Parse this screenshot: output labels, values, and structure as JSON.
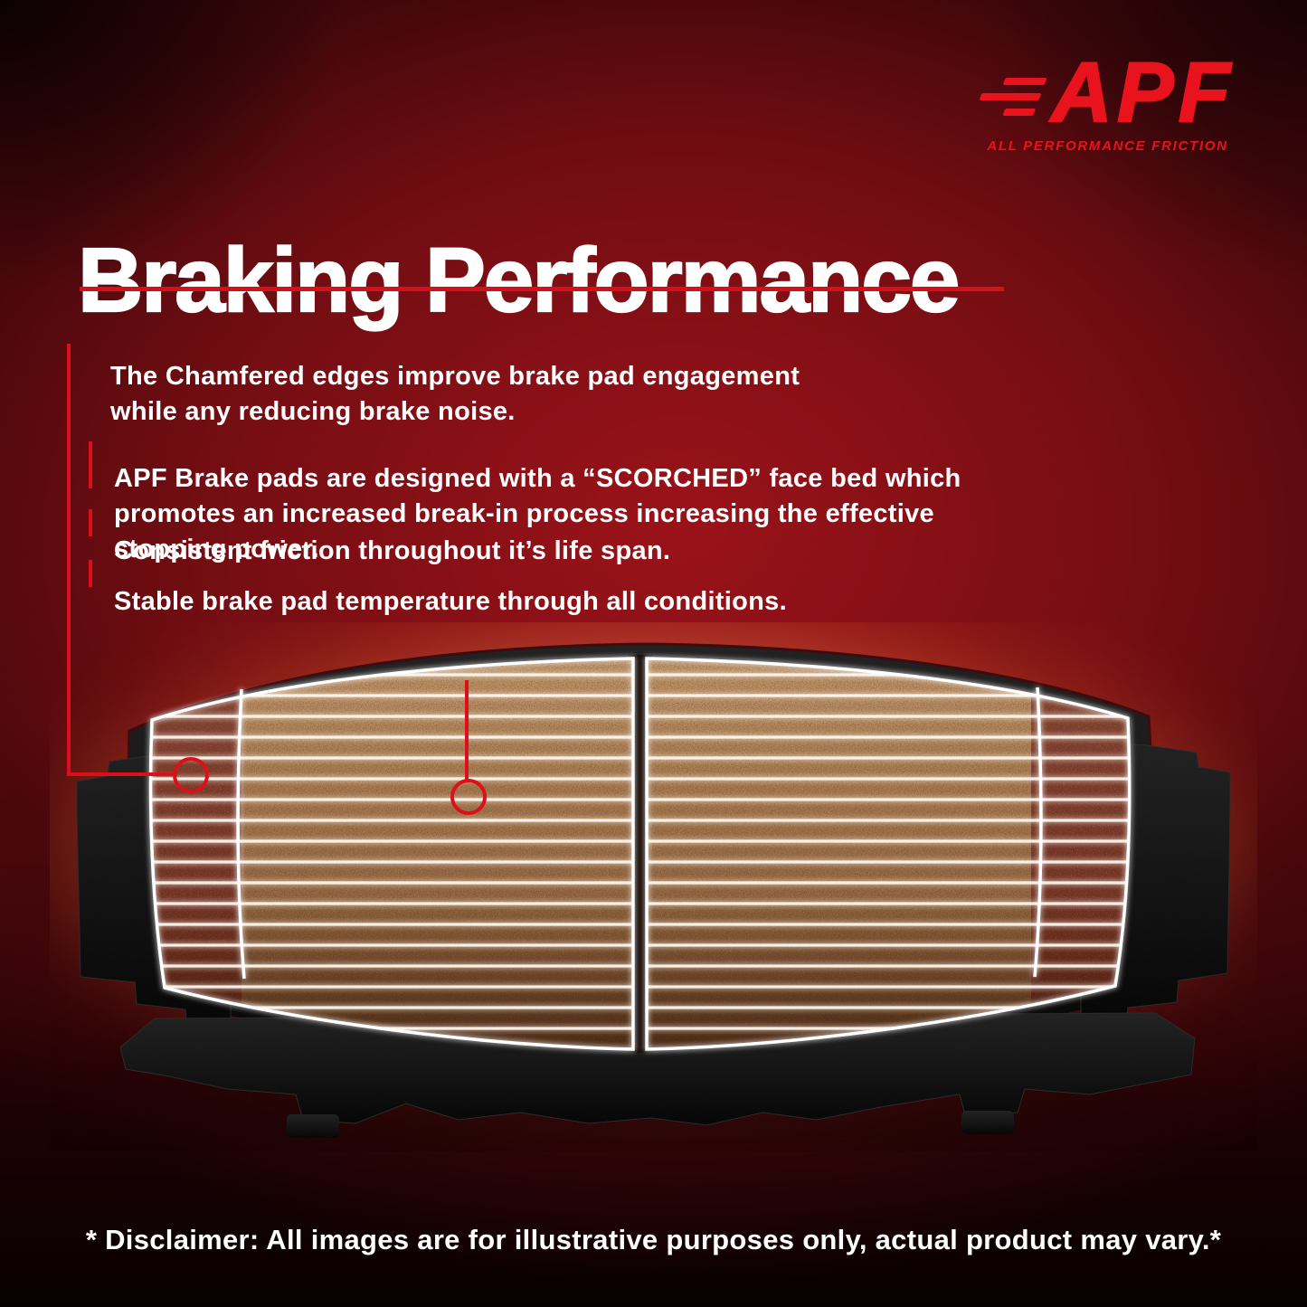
{
  "brand": {
    "logo_text": "APF",
    "tagline": "ALL PERFORMANCE FRICTION"
  },
  "header": {
    "title": "Braking Performance"
  },
  "bullets": [
    {
      "id": "chamfered-edges",
      "text": "The Chamfered edges improve brake pad engagement while any reducing brake noise."
    },
    {
      "id": "scorched-face-bed",
      "text": "APF Brake pads are designed with a “SCORCHED” face bed which promotes an increased break-in process increasing the effective stopping power."
    },
    {
      "id": "consistent-friction",
      "text": "Consistent friction throughout it’s life span."
    },
    {
      "id": "stable-temperature",
      "text": "Stable brake pad temperature through all conditions."
    }
  ],
  "figure": {
    "description": "Pair of brake pads with scorched copper friction surface, chamfered edges and black backing plate",
    "callouts": [
      {
        "target": "chamfered-edge",
        "links_bullet": 0
      },
      {
        "target": "scorched-face-bed",
        "links_bullet": 1
      }
    ]
  },
  "footer": {
    "disclaimer": "* Disclaimer: All images are for illustrative purposes only, actual product may vary.*"
  },
  "colors": {
    "accent_red": "#dd1019",
    "logo_red": "#e8131c",
    "title_white": "#ffffff",
    "background_red": "#7d0e13",
    "background_black": "#070001",
    "pad_copper": "#a1744a",
    "glow_warm": "#ffd9a8"
  }
}
